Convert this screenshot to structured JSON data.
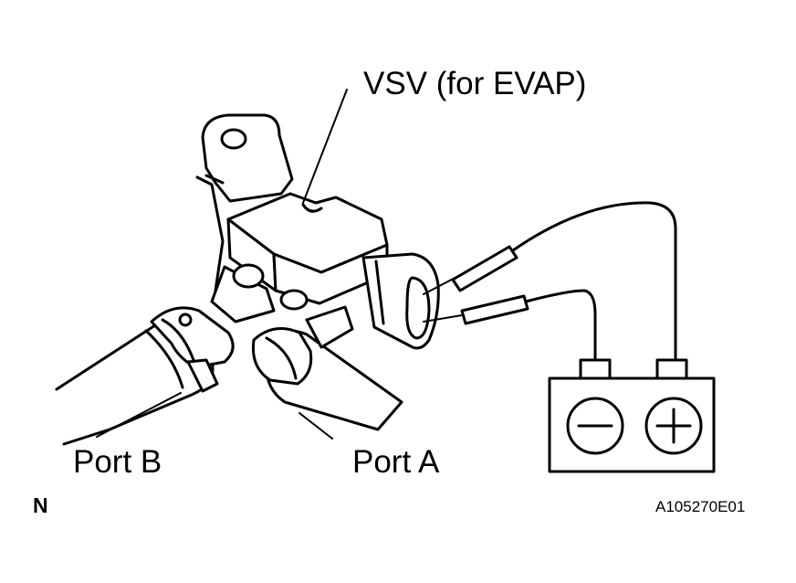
{
  "labels": {
    "vsv": "VSV (for EVAP)",
    "port_b": "Port B",
    "port_a": "Port A",
    "view_marker": "N",
    "figure_code": "A105270E01"
  },
  "battery": {
    "negative_symbol": "−",
    "positive_symbol": "+"
  },
  "icons": [
    "vsv-valve-icon",
    "hose-clamp-icon",
    "battery-icon",
    "test-lead-icon"
  ],
  "colors": {
    "line": "#000000",
    "background": "#ffffff"
  }
}
